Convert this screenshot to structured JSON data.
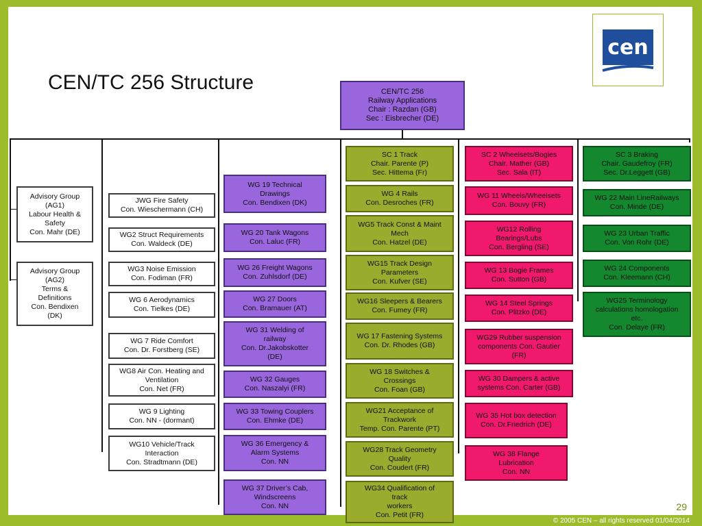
{
  "title": "CEN/TC 256 Structure",
  "page_number": "29",
  "footer": "© 2005 CEN – all rights reserved 01/04/2014",
  "logo_text": "cen",
  "colors": {
    "frame": "#9cbc2c",
    "purple": "#9966dd",
    "olive": "#9aab2e",
    "pink": "#f0196b",
    "green": "#13882e"
  },
  "root": "CEN/TC 256\nRailway Applications\nChair : Razdan (GB)\nSec : Eisbrecher (DE)",
  "advisory": [
    "Advisory Group\n(AG1)\nLabour Health &\nSafety\nCon. Mahr (DE)",
    "Advisory Group\n(AG2)\nTerms &\nDefinitions\nCon. Bendixen\n(DK)"
  ],
  "col_white": [
    "JWG Fire Safety\nCon. Wieschermann (CH)",
    "WG2 Struct Requirements\nCon. Waldeck (DE)",
    "WG3 Noise Emission\nCon. Fodiman (FR)",
    "WG 6 Aerodynamics\nCon. Tielkes (DE)",
    "WG 7 Ride Comfort\nCon. Dr. Forstberg (SE)",
    "WG8 Air Con. Heating and\nVentilation\nCon. Net (FR)",
    "WG 9 Lighting\nCon. NN - (dormant)",
    "WG10 Vehicle/Track\nInteraction\nCon. Stradtmann (DE)"
  ],
  "col_purple": [
    "WG 19 Technical\nDrawings\nCon. Bendixen (DK)",
    "WG 20 Tank Wagons\nCon. Laluc (FR)",
    "WG 26 Freight Wagons\nCon. Zuhlsdorf (DE)",
    "WG 27 Doors\nCon. Bramauer (AT)",
    "WG 31 Welding of\nrailway\nCon. Dr.Jakobskotter\n(DE)",
    "WG 32 Gauges\nCon. Naszalyi (FR)",
    "WG 33 Towing Couplers\nCon. Ehmke (DE)",
    "WG 36 Emergency &\nAlarm Systems\nCon. NN",
    "WG 37 Driver’s Cab,\nWindscreens\nCon. NN"
  ],
  "sc1": "SC 1 Track\nChair. Parente (P)\nSec. Hittema (Fr)",
  "col_olive": [
    "WG 4 Rails\nCon. Desroches (FR)",
    "WG5 Track Const & Maint\nMech\nCon. Hatzel (DE)",
    "WG15 Track Design\nParameters\nCon. Kufver (SE)",
    "WG16 Sleepers & Bearers\nCon. Fumey (FR)",
    "WG 17 Fastening Systems\nCon. Dr. Rhodes (GB)",
    "WG 18 Switches &\nCrossings\nCon. Foan (GB)",
    "WG21 Acceptance of\nTrackwork\nTemp. Con. Parente (PT)",
    "WG28 Track Geometry\nQuality\nCon. Coudert (FR)",
    "WG34 Qualification of\ntrack\nworkers\nCon. Petit (FR)"
  ],
  "sc2": "SC 2 Wheelsets/Bogies\nChair. Mather (GB)\nSec. Sala (IT)",
  "col_pink": [
    "WG 11 Wheels/Wheelsets\nCon. Bouvy (FR)",
    "WG12 Rolling\nBearings/Lubs\nCon. Bergling (SE)",
    "WG 13 Bogie Frames\nCon. Sutton (GB)",
    "WG 14 Steel Springs\nCon. Plitzko (DE)",
    "WG29 Rubber suspension\ncomponents Con. Gautier\n(FR)",
    "WG 30 Dampers & active\nsystems Con. Carter (GB)",
    "WG 35 Hot box detection\nCon. Dr.Friedrich (DE)",
    "WG 38 Flange\nLubrication\nCon. NN"
  ],
  "sc3": "SC 3 Braking\nChair. Gaudefroy (FR)\nSec. Dr.Leggett (GB)",
  "col_green": [
    "WG 22 Main LineRailways\nCon. Minde (DE)",
    "WG 23 Urban Traffic\nCon. Von Rohr (DE)",
    "WG 24 Components\nCon. Kleemann (CH)",
    "WG25 Terminology\ncalculations homologation\netc.\nCon. Delaye (FR)"
  ]
}
